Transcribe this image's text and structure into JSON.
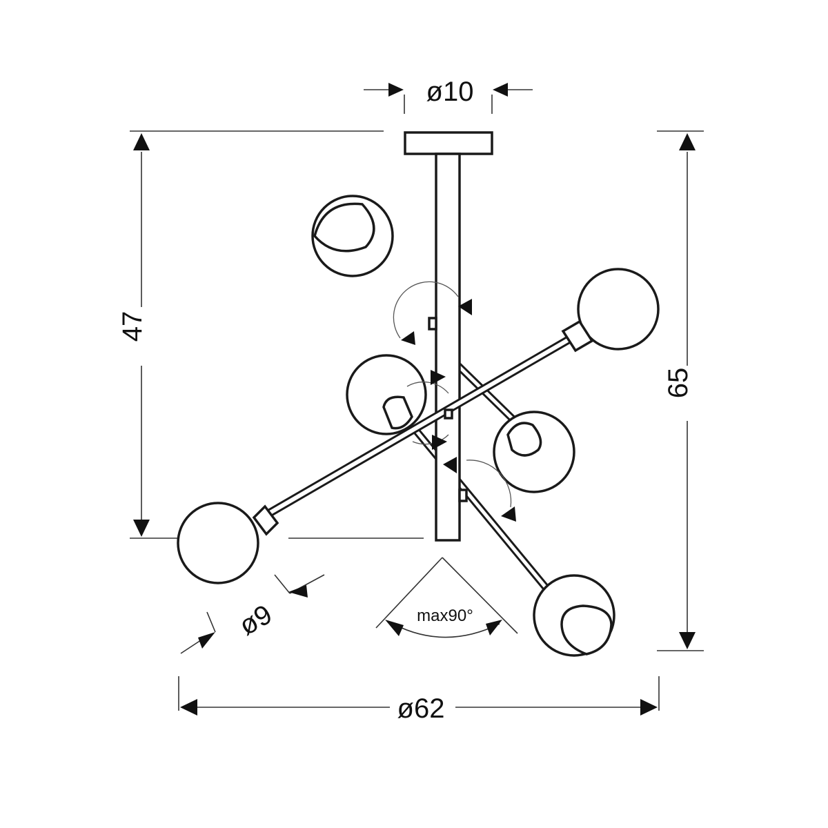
{
  "dimensions": {
    "canopy_diameter": "ø10",
    "height_to_arms": "47",
    "total_height": "65",
    "globe_diameter": "ø9",
    "total_diameter": "ø62",
    "arm_rotation": "max90°"
  }
}
